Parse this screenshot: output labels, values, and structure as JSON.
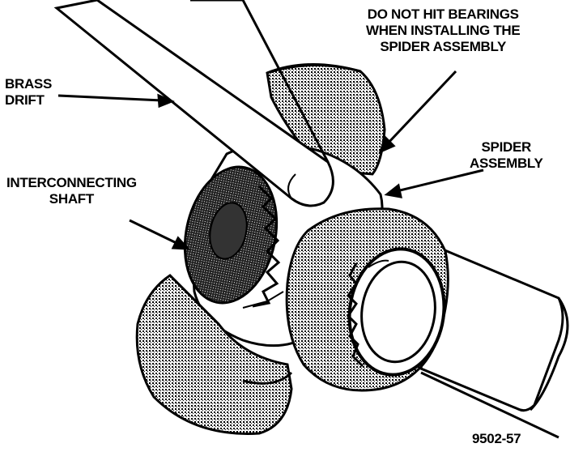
{
  "labels": {
    "brass_drift": [
      "BRASS",
      "DRIFT"
    ],
    "do_not_hit": [
      "DO NOT HIT BEARINGS",
      "WHEN INSTALLING THE",
      "SPIDER ASSEMBLY"
    ],
    "spider_assembly": [
      "SPIDER",
      "ASSEMBLY"
    ],
    "interconnecting_shaft": [
      "INTERCONNECTING",
      "SHAFT"
    ],
    "figure_number": "9502-57"
  },
  "colors": {
    "ink": "#000000",
    "paper": "#ffffff",
    "shading": "#555555"
  }
}
